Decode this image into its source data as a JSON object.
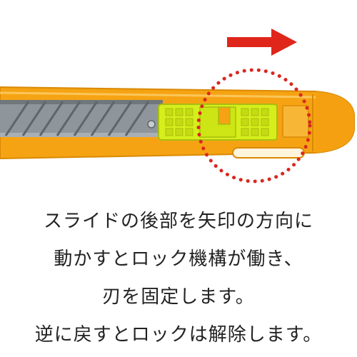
{
  "colors": {
    "body_orange": "#f6a313",
    "body_orange_dark": "#d98a05",
    "slider_yellow_green": "#d6ee1c",
    "blade_gray": "#8e969b",
    "arrow_red": "#e0261b",
    "dotted_circle_red": "#d9271f",
    "text": "#222222"
  },
  "icons": {
    "arrow": "right-arrow-icon",
    "highlight": "dotted-circle"
  },
  "caption": {
    "lines": [
      "スライドの後部を矢印の方向に",
      "動かすとロック機構が働き、",
      "刃を固定します。",
      "逆に戻すとロックは解除します。"
    ]
  }
}
